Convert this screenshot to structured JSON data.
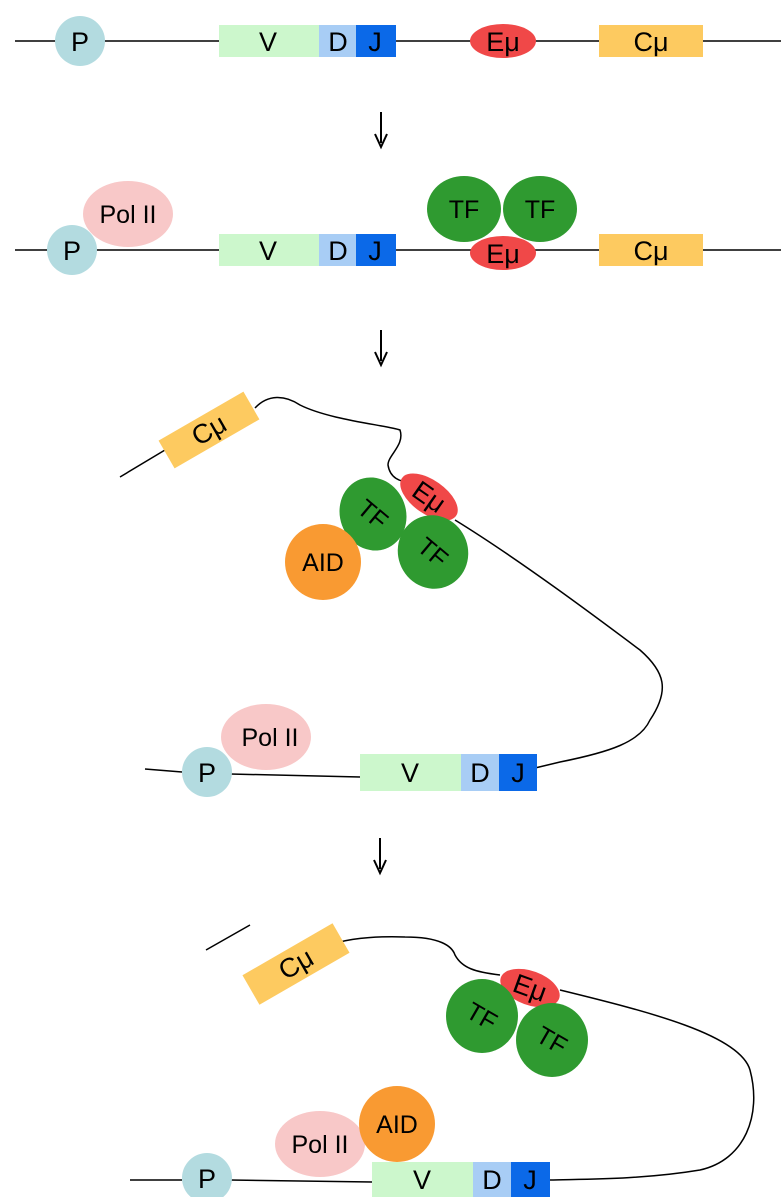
{
  "labels": {
    "promoter": "P",
    "v_segment": "V",
    "d_segment": "D",
    "j_segment": "J",
    "enhancer": "Eμ",
    "constant": "Cμ",
    "pol2": "Pol II",
    "tf": "TF",
    "aid": "AID"
  },
  "colors": {
    "promoter": "#b3dbe0",
    "v_segment": "#ccf7cc",
    "d_segment": "#a8cdf5",
    "j_segment": "#0b69e8",
    "enhancer": "#f04848",
    "constant": "#fdca60",
    "pol2": "#f8c8c8",
    "tf": "#2f9a30",
    "aid": "#f99a32",
    "dna": "#000000"
  },
  "arrows": [
    "down-arrow",
    "down-arrow",
    "down-arrow"
  ]
}
